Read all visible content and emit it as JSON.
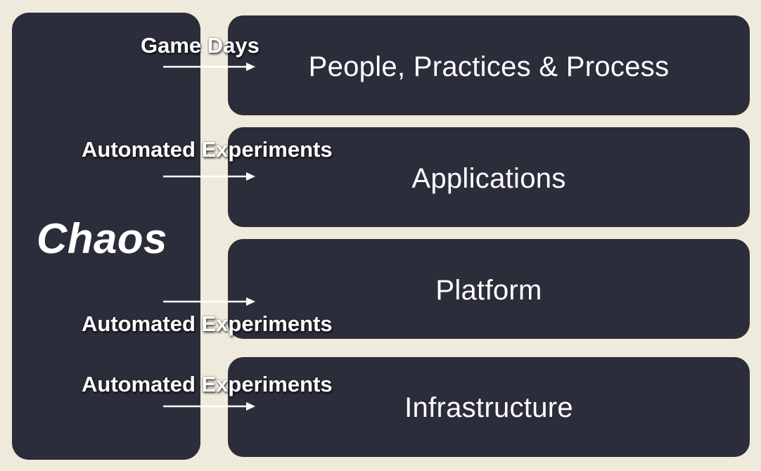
{
  "pillar": {
    "title": "Chaos"
  },
  "layers": [
    {
      "label": "People, Practices & Process"
    },
    {
      "label": "Applications"
    },
    {
      "label": "Platform"
    },
    {
      "label": "Infrastructure"
    }
  ],
  "arrows": [
    {
      "label": "Game Days"
    },
    {
      "label": "Automated Experiments"
    },
    {
      "label": "Automated Experiments"
    },
    {
      "label": "Automated Experiments"
    }
  ],
  "colors": {
    "background": "#eeebdd",
    "box": "#2c2d3a",
    "text": "#ffffff"
  }
}
